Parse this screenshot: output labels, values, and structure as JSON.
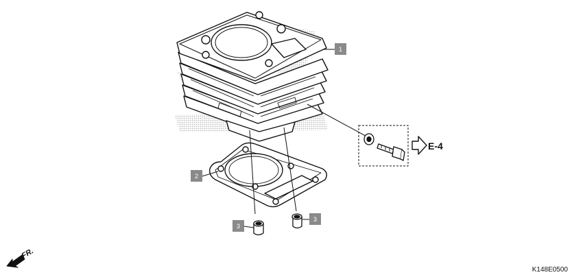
{
  "callouts": [
    {
      "number": "1"
    },
    {
      "number": "2"
    },
    {
      "number": "3"
    },
    {
      "number": "3"
    }
  ],
  "reference_label": "E-4",
  "direction_label": "FR.",
  "diagram_code": "K148E0500",
  "colors": {
    "line": "#111111",
    "callout_box": "#8a8a8a",
    "watermark": "#cfcfcf"
  }
}
